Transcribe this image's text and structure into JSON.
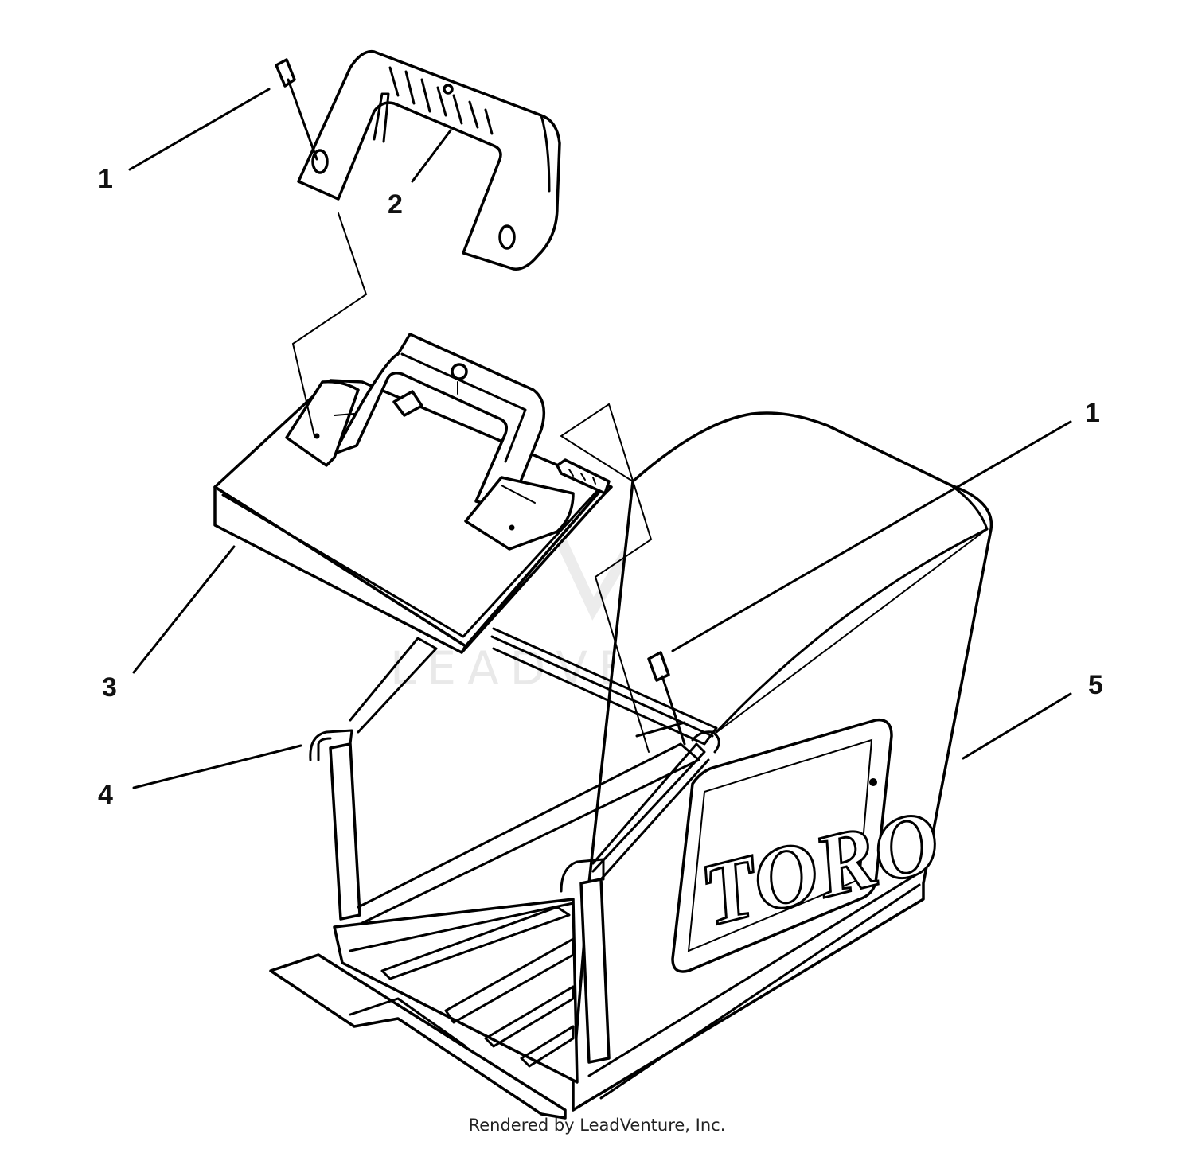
{
  "diagram": {
    "callouts": [
      {
        "id": "1",
        "label": "1"
      },
      {
        "id": "2",
        "label": "2"
      },
      {
        "id": "1b",
        "label": "1"
      },
      {
        "id": "3",
        "label": "3"
      },
      {
        "id": "5",
        "label": "5"
      },
      {
        "id": "4",
        "label": "4"
      }
    ],
    "logo_text": "TORO",
    "watermark_text": "LEADVENTURE",
    "footer": "Rendered by LeadVenture, Inc."
  },
  "colors": {
    "line": "#000000",
    "background": "#ffffff",
    "watermark": "#e9e9e9"
  }
}
